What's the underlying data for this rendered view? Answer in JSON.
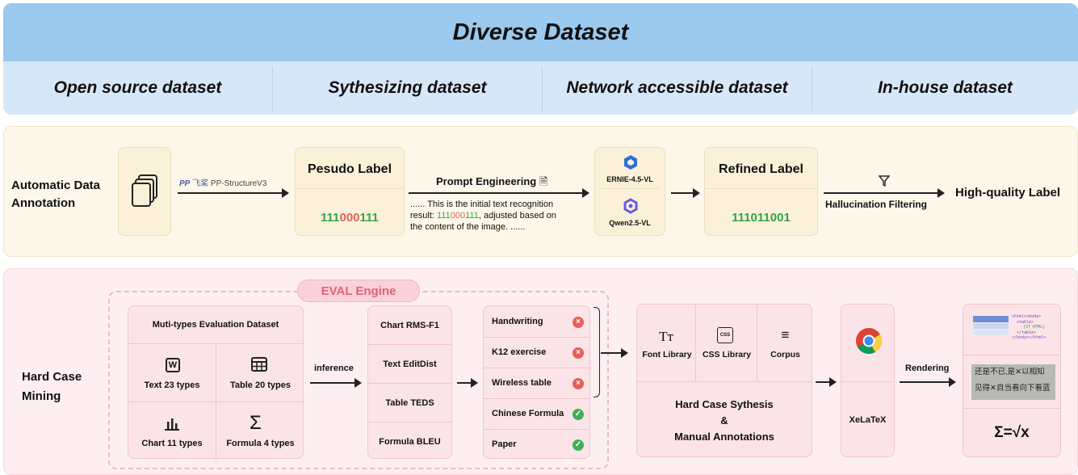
{
  "banner": {
    "title": "Diverse Dataset",
    "categories": [
      "Open source dataset",
      "Sythesizing dataset",
      "Network accessible dataset",
      "In-house dataset"
    ]
  },
  "annotation": {
    "section_label_1": "Automatic Data",
    "section_label_2": "Annotation",
    "tool_name_cn": "飞桨",
    "tool_name": "PP-StructureV3",
    "pseudo_label_title": "Pesudo Label",
    "pseudo_label_value_a": "111",
    "pseudo_label_value_b": "000",
    "pseudo_label_value_c": "111",
    "prompt_title": "Prompt Engineering",
    "prompt_text_1": "......  This is the initial text recognition",
    "prompt_text_2a": "result: ",
    "prompt_text_2b": "111",
    "prompt_text_2c": "000",
    "prompt_text_2d": "111",
    "prompt_text_2e": ", adjusted based on",
    "prompt_text_3": "the content of the image.  ......",
    "model_1": "ERNIE-4.5-VL",
    "model_2": "Qwen2.5-VL",
    "refined_label_title": "Refined Label",
    "refined_label_value": "111011001",
    "filter_label": "Hallucination Filtering",
    "output_label": "High-quality Label"
  },
  "mining": {
    "section_label_1": "Hard Case",
    "section_label_2": "Mining",
    "engine_badge": "EVAL Engine",
    "eval_dataset_title": "Muti-types Evaluation Dataset",
    "eval_types": [
      {
        "icon": "W",
        "label": "Text  23 types"
      },
      {
        "icon": "⊞",
        "label": "Table 20 types"
      },
      {
        "icon": "📊",
        "label": "Chart  11 types"
      },
      {
        "icon": "Σ",
        "label": "Formula 4 types"
      }
    ],
    "inference_label": "inference",
    "metrics": [
      "Chart  RMS-F1",
      "Text  EditDist",
      "Table TEDS",
      "Formula  BLEU"
    ],
    "cases": [
      {
        "label": "Handwriting",
        "status": "×"
      },
      {
        "label": "K12 exercise",
        "status": "×"
      },
      {
        "label": "Wireless table",
        "status": "×"
      },
      {
        "label": "Chinese Formula",
        "status": "✓"
      },
      {
        "label": "Paper",
        "status": "✓"
      }
    ],
    "resources": [
      {
        "icon": "Tт",
        "label": "Font Library"
      },
      {
        "icon": "CSS",
        "label": "CSS Library"
      },
      {
        "icon": "≡",
        "label": "Corpus"
      }
    ],
    "synthesis_1": "Hard Case Sythesis",
    "synthesis_2": "&",
    "synthesis_3": "Manual Annotations",
    "engine_name": "XeLaTeX",
    "rendering_label": "Rendering",
    "html_snippet_lines": [
      "<html><body>",
      "<table>",
      "[ST HTML]",
      "</table>",
      "</body></html>"
    ],
    "handwriting_line_1": "还是不已,是✕以相知",
    "handwriting_line_2": "见得✕自当看向下看蓝",
    "formula_output": "Σ=√x"
  },
  "colors": {
    "banner_dark": "#9cc9ee",
    "banner_light": "#d6e8f7",
    "annotation_bg": "#fcf7e8",
    "mining_bg": "#fdeff1",
    "good": "#2fa54a",
    "bad": "#e4605c"
  }
}
